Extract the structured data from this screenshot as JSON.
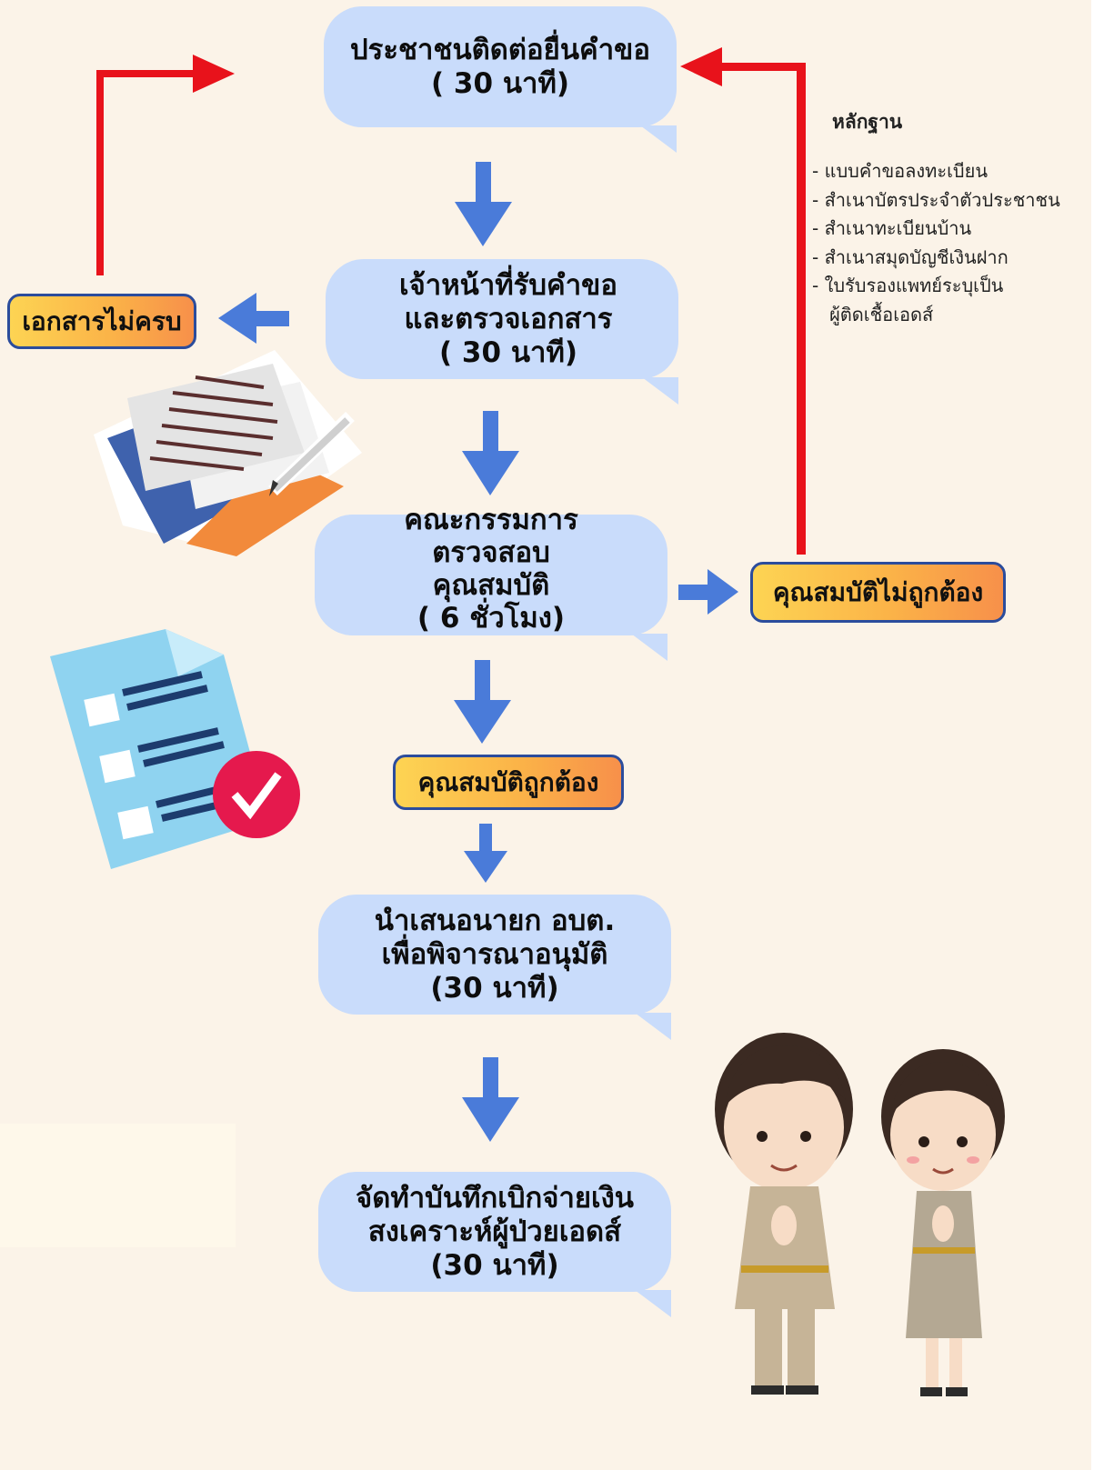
{
  "steps": {
    "submit": {
      "line1": "ประชาชนติดต่อยื่นคำขอ",
      "line2": "( 30 นาที)"
    },
    "receive": {
      "line1": "เจ้าหน้าที่รับคำขอ",
      "line2": "และตรวจเอกสาร",
      "line3": "( 30 นาที)"
    },
    "committee": {
      "line1": "คณะกรรมการ",
      "line2": "ตรวจสอบ",
      "line3": "คุณสมบัติ",
      "line4": "( 6 ชั่วโมง)"
    },
    "propose": {
      "line1": "นำเสนอนายก อบต.",
      "line2": "เพื่อพิจารณาอนุมัติ",
      "line3": "(30 นาที)"
    },
    "record": {
      "line1": "จัดทำบันทึกเบิกจ่ายเงิน",
      "line2": "สงเคราะห์ผู้ป่วยเอดส์",
      "line3": "(30 นาที)"
    }
  },
  "labels": {
    "docs_incomplete": "เอกสารไม่ครบ",
    "unqualified": "คุณสมบัติไม่ถูกต้อง",
    "qualified": "คุณสมบัติถูกต้อง"
  },
  "evidence": {
    "title": "หลักฐาน",
    "items": [
      "- แบบคำขอลงทะเบียน",
      "- สำเนาบัตรประจำตัวประชาชน",
      "- สำเนาทะเบียนบ้าน",
      "- สำเนาสมุดบัญชีเงินฝาก",
      "- ใบรับรองแพทย์ระบุเป็น",
      "   ผู้ติดเชื้อเอดส์"
    ]
  },
  "colors": {
    "background": "#fbf3e8",
    "bubble": "#c9dcfb",
    "flow_arrow": "#4a7bd9",
    "return_arrow": "#e8121b",
    "pill_border": "#2b4c9c"
  },
  "icons": [
    "documents-pencil-icon",
    "checklist-approved-icon",
    "officials-greeting-icon"
  ]
}
